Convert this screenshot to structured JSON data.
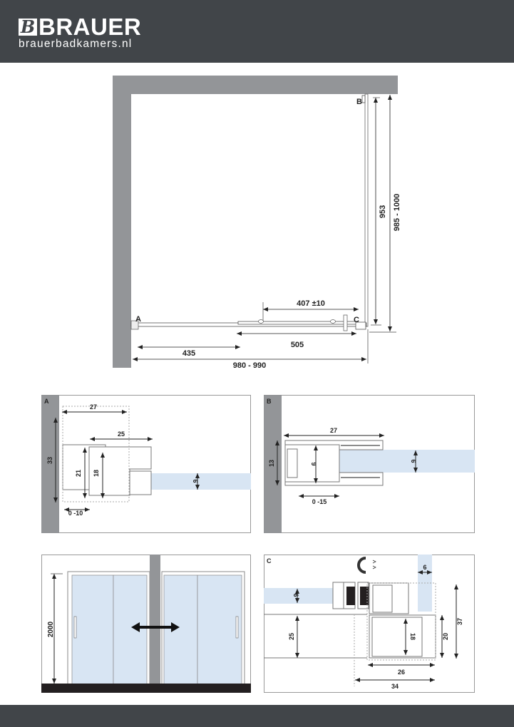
{
  "header": {
    "brand": "BRAUER",
    "logo_mark": "B",
    "url": "brauerbadkamers.nl",
    "background_color": "#414549"
  },
  "top_view": {
    "label_a": "A",
    "label_b": "B",
    "label_c": "C",
    "dim_overlap": "407 ±10",
    "dim_fixed": "435",
    "dim_door": "505",
    "dim_width": "980 - 990",
    "dim_side_panel": "953",
    "dim_depth": "985 - 1000"
  },
  "detail_a": {
    "label": "A",
    "dim_27": "27",
    "dim_25": "25",
    "dim_33": "33",
    "dim_21": "21",
    "dim_18": "18",
    "dim_glass": "6",
    "dim_adjust": "0 -10"
  },
  "detail_b": {
    "label": "B",
    "dim_27": "27",
    "dim_13": "13",
    "dim_9": "9",
    "dim_glass": "6",
    "dim_adjust": "0 -15"
  },
  "front_view": {
    "dim_height": "2000"
  },
  "detail_c": {
    "label": "C",
    "dim_glass_left": "6",
    "dim_glass_top": "6",
    "dim_25": "25",
    "dim_18": "18",
    "dim_20": "20",
    "dim_37": "37",
    "dim_26": "26",
    "dim_34": "34"
  },
  "colors": {
    "wall": "#939598",
    "glass": "#d8e5f3",
    "dark": "#414549",
    "floor": "#231f20"
  }
}
